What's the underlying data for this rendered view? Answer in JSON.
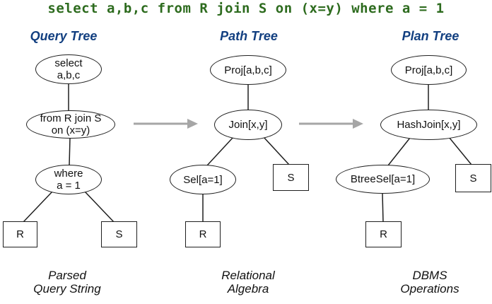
{
  "title": "select a,b,c from R join S on (x=y) where a = 1",
  "colors": {
    "title_green": "#2d6b1e",
    "heading_blue": "#123f80",
    "arrow_gray": "#a6a6a6",
    "edge_black": "#1f1f1f",
    "background": "#ffffff"
  },
  "trees": [
    {
      "heading": "Query Tree",
      "caption": "Parsed\nQuery String",
      "root": "select\na,b,c",
      "mid": "from R join S\non (x=y)",
      "low": "where\na = 1",
      "leaf_r": "R",
      "leaf_s": "S"
    },
    {
      "heading": "Path Tree",
      "caption": "Relational\nAlgebra",
      "root": "Proj[a,b,c]",
      "mid": "Join[x,y]",
      "low": "Sel[a=1]",
      "leaf_r": "R",
      "leaf_s": "S"
    },
    {
      "heading": "Plan Tree",
      "caption": "DBMS\nOperations",
      "root": "Proj[a,b,c]",
      "mid": "HashJoin[x,y]",
      "low": "BtreeSel[a=1]",
      "leaf_r": "R",
      "leaf_s": "S"
    }
  ]
}
